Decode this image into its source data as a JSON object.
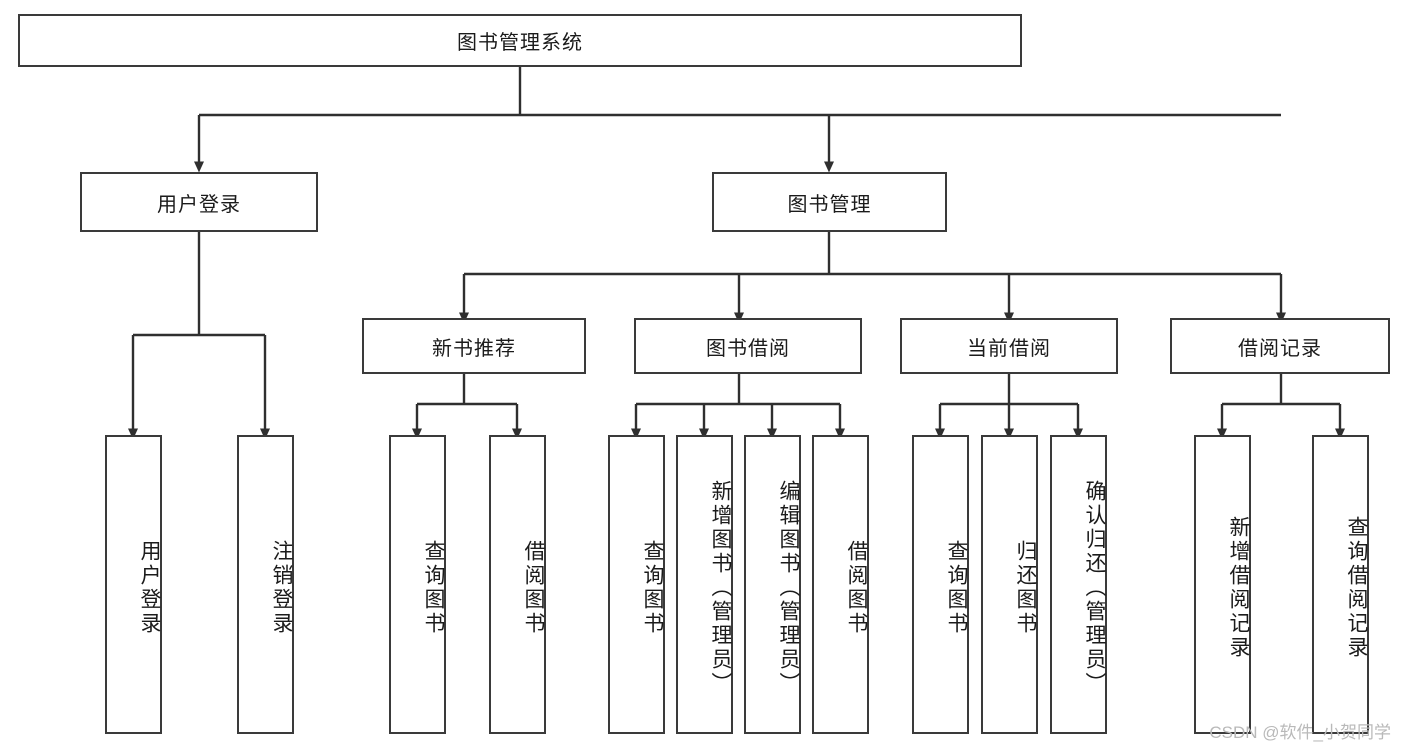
{
  "diagram": {
    "title": "图书管理系统",
    "type": "tree-hierarchy-chart",
    "watermark": "CSDN @软件_小贺同学",
    "colors": {
      "box_border": "#3a3a3a",
      "box_fill": "#ffffff",
      "connector": "#2f2f2f",
      "text": "#1b1b1b",
      "watermark": "#b9b9b9"
    },
    "root": {
      "label": "图书管理系统"
    },
    "level2": [
      {
        "id": "user-login",
        "label": "用户登录"
      },
      {
        "id": "book-manage",
        "label": "图书管理"
      }
    ],
    "level3": [
      {
        "id": "new-book-recommend",
        "label": "新书推荐"
      },
      {
        "id": "book-borrow",
        "label": "图书借阅"
      },
      {
        "id": "current-borrow",
        "label": "当前借阅"
      },
      {
        "id": "borrow-record",
        "label": "借阅记录"
      }
    ],
    "leaves": {
      "user-login": [
        {
          "id": "leaf-user-login",
          "label": "用户登录"
        },
        {
          "id": "leaf-logout-login",
          "label": "注销登录"
        }
      ],
      "new-book-recommend": [
        {
          "id": "leaf-query-book-1",
          "label": "查询图书"
        },
        {
          "id": "leaf-borrow-book-1",
          "label": "借阅图书"
        }
      ],
      "book-borrow": [
        {
          "id": "leaf-query-book-2",
          "label": "查询图书"
        },
        {
          "id": "leaf-add-book",
          "label": "新增图书（管理员）"
        },
        {
          "id": "leaf-edit-book",
          "label": "编辑图书（管理员）"
        },
        {
          "id": "leaf-borrow-book-2",
          "label": "借阅图书"
        }
      ],
      "current-borrow": [
        {
          "id": "leaf-query-book-3",
          "label": "查询图书"
        },
        {
          "id": "leaf-return-book",
          "label": "归还图书"
        },
        {
          "id": "leaf-confirm-return",
          "label": "确认归还（管理员）"
        }
      ],
      "borrow-record": [
        {
          "id": "leaf-add-record",
          "label": "新增借阅记录"
        },
        {
          "id": "leaf-query-record",
          "label": "查询借阅记录"
        }
      ]
    }
  }
}
